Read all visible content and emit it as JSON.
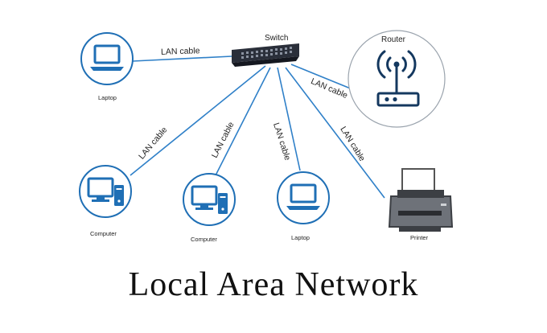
{
  "title": "Local Area Network",
  "switch": {
    "label": "Switch"
  },
  "router": {
    "label": "Router"
  },
  "devices": [
    {
      "label": "Laptop",
      "icon": "laptop-icon"
    },
    {
      "label": "Computer",
      "icon": "desktop-computer-icon"
    },
    {
      "label": "Computer",
      "icon": "desktop-computer-icon"
    },
    {
      "label": "Laptop",
      "icon": "laptop-icon"
    },
    {
      "label": "Printer",
      "icon": "printer-icon"
    }
  ],
  "cables": [
    {
      "label": "LAN cable"
    },
    {
      "label": "LAN cable"
    },
    {
      "label": "LAN cable"
    },
    {
      "label": "LAN cable"
    },
    {
      "label": "LAN cable"
    },
    {
      "label": "LAN cable"
    }
  ],
  "colors": {
    "accent": "#1f6fb5",
    "cable": "#2f80c8",
    "switch": "#2a2f3a"
  }
}
